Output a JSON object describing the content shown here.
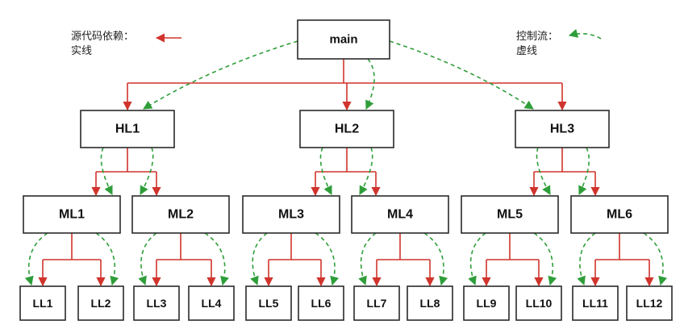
{
  "legend": {
    "left": {
      "line1": "源代码依赖：",
      "line2": "实线",
      "color": "#d0342c"
    },
    "right": {
      "line1": "控制流：",
      "line2": "虚线",
      "color": "#2f9e3a"
    }
  },
  "nodes": {
    "main": "main",
    "high": [
      "HL1",
      "HL2",
      "HL3"
    ],
    "mid": [
      "ML1",
      "ML2",
      "ML3",
      "ML4",
      "ML5",
      "ML6"
    ],
    "low": [
      "LL1",
      "LL2",
      "LL3",
      "LL4",
      "LL5",
      "LL6",
      "LL7",
      "LL8",
      "LL9",
      "LL10",
      "LL11",
      "LL12"
    ]
  },
  "colors": {
    "dependency": "#d0342c",
    "control_flow": "#2f9e3a"
  }
}
